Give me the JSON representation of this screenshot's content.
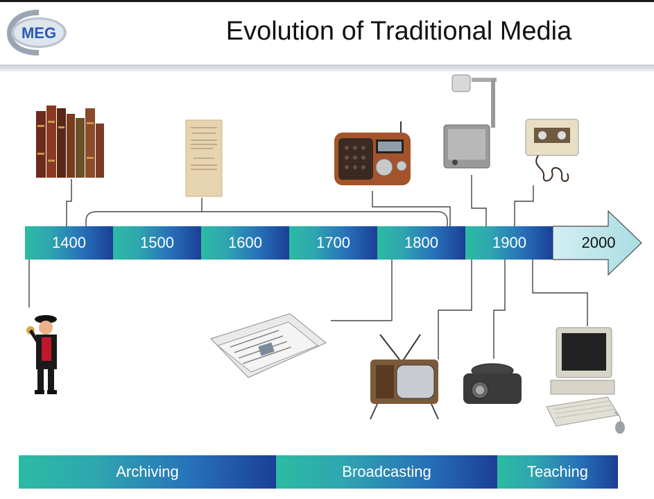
{
  "title": "Evolution of Traditional Media",
  "logo_text": "MEG",
  "timeline": {
    "segments": [
      "1400",
      "1500",
      "1600",
      "1700",
      "1800",
      "1900"
    ],
    "arrow_label": "2000"
  },
  "categories": [
    "Archiving",
    "Broadcasting",
    "Teaching"
  ],
  "images": [
    "books",
    "printed-page",
    "radio",
    "overhead-projector",
    "cassette-tape",
    "town-crier",
    "newspapers",
    "television",
    "slide-projector",
    "desktop-computer"
  ]
}
